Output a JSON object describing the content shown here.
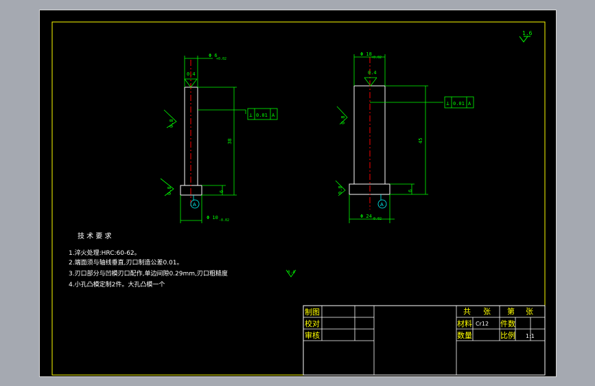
{
  "drawing": {
    "roughness_general": "1.6",
    "small_punch": {
      "dia_top": "Φ 6",
      "dia_top_tol": "+0.02",
      "roughness_top": "0.4",
      "roughness_side": "0.8",
      "roughness_flange": "0.8",
      "length": "38",
      "flange_h": "6",
      "dia_bottom": "Φ 10",
      "dia_bottom_tol": "-0.02",
      "datum": "A",
      "fcf_symbol": "⊥",
      "fcf_value": "0.01",
      "fcf_datum": "A"
    },
    "large_punch": {
      "dia_top": "Φ 18",
      "dia_top_tol": "+0.02",
      "roughness_top": "0.4",
      "roughness_side": "0.8",
      "roughness_flange": "0.8",
      "length": "45",
      "flange_h": "6",
      "dia_bottom": "Φ 24",
      "dia_bottom_tol": "-0.02",
      "datum": "A",
      "fcf_symbol": "⊥",
      "fcf_value": "0.01",
      "fcf_datum": "A"
    },
    "requirements": {
      "heading": "技 术 要 求",
      "items": [
        "1.淬火处理:HRC:60-62。",
        "2.端面须与轴线垂直,刃口制造公差0.01。",
        "3.刃口部分与凹模刃口配作,单边间隙0.29mm,刃口粗糙度",
        "4.小孔凸模定制2件。大孔凸模一个"
      ],
      "item3_roughness": "0.4"
    },
    "title_block": {
      "drawn": "制图",
      "checked": "校对",
      "reviewed": "审核",
      "total": "共",
      "sheets": "张",
      "sheet_no": "第",
      "sheet_unit": "张",
      "material_label": "材料",
      "material": "Cr12",
      "parts_label": "件数",
      "qty_label": "数量",
      "scale_label": "比例",
      "scale_value": "1:1"
    }
  },
  "colors": {
    "background": "#000000",
    "frame": "#ffff00",
    "outline": "#ffffff",
    "dimension": "#00ff00",
    "centerline": "#ff0000",
    "annotation": "#00ffff"
  }
}
